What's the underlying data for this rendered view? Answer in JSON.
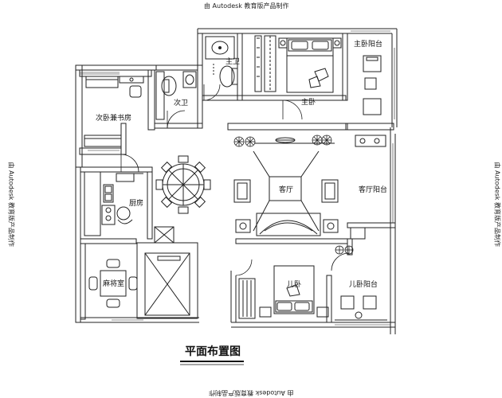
{
  "watermark": "由 Autodesk 教育版产品制作",
  "title": "平面布置图",
  "rooms": {
    "master_bath": "主卫",
    "master_balcony": "主卧阳台",
    "master_bedroom": "主卧",
    "second_bath": "次卫",
    "second_bedroom_study": "次卧兼书房",
    "kitchen": "厨房",
    "living_room": "客厅",
    "living_balcony": "客厅阳台",
    "mahjong_room": "麻将室",
    "child_bedroom": "儿卧",
    "child_balcony": "儿卧阳台"
  }
}
